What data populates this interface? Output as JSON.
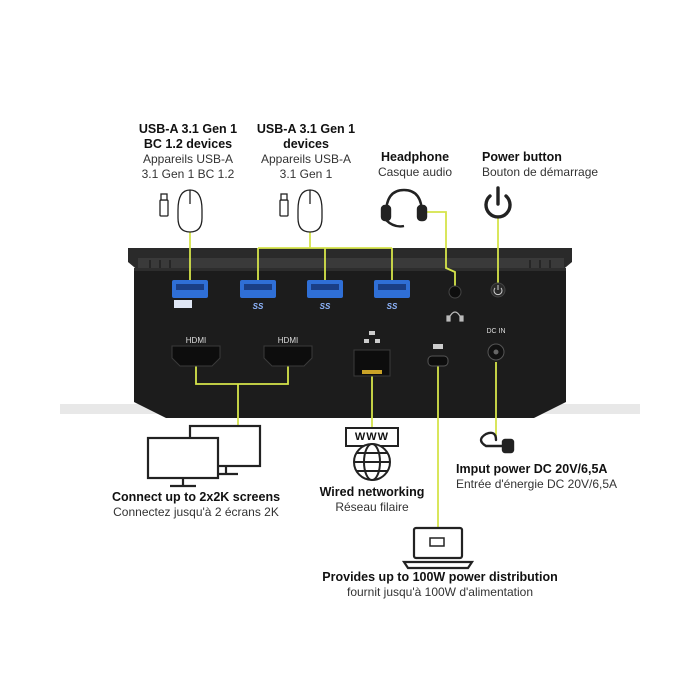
{
  "labels": {
    "usb_bc": {
      "line1": "USB-A 3.1 Gen 1",
      "line2": "BC 1.2 devices",
      "fr1": "Appareils USB-A",
      "fr2": "3.1 Gen 1 BC 1.2"
    },
    "usb_devices": {
      "line1": "USB-A 3.1 Gen 1",
      "line2": "devices",
      "fr1": "Appareils USB-A",
      "fr2": "3.1 Gen 1"
    },
    "headphone": {
      "title": "Headphone",
      "fr": "Casque audio"
    },
    "power_button": {
      "title": "Power button",
      "fr": "Bouton de démarrage"
    },
    "screens": {
      "title": "Connect up to 2x2K screens",
      "fr": "Connectez jusqu'à 2 écrans 2K"
    },
    "wired": {
      "title": "Wired networking",
      "fr": "Réseau filaire"
    },
    "input_power": {
      "title": "Imput power DC 20V/6,5A",
      "fr": "Entrée d'énergie DC 20V/6,5A"
    },
    "power_delivery": {
      "title": "Provides up to 100W power distribution",
      "fr": "fournit jusqu'à 100W d'alimentation"
    }
  },
  "device": {
    "hdmi_label": "HDMI",
    "dc_in_label": "DC IN",
    "usb_logo": "SS",
    "www_label": "WWW"
  },
  "colors": {
    "accent_line": "#d5e44a",
    "dock_body": "#1c1c1c",
    "dock_top": "#2a2a2a",
    "port_blue": "#2f6fd6"
  }
}
